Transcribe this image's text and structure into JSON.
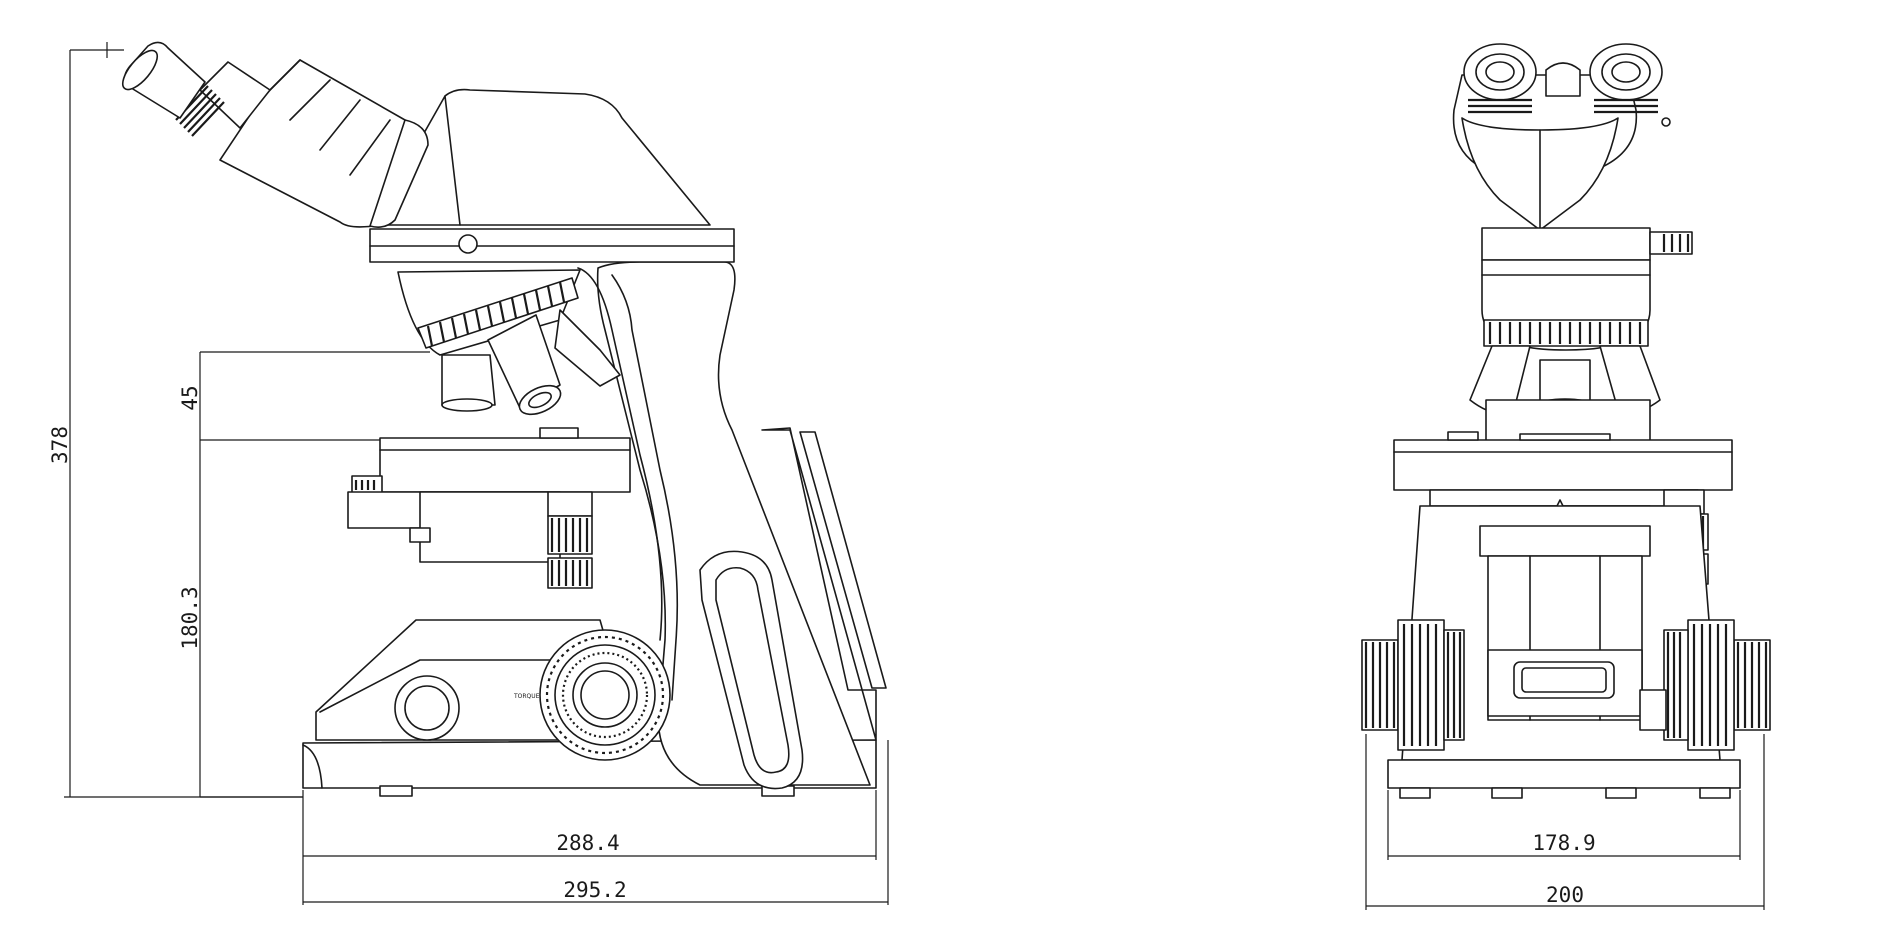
{
  "dimensions": {
    "side_total_height": "378",
    "side_objective_gap": "45",
    "side_stage_height": "180.3",
    "side_base_depth": "288.4",
    "side_overall_depth": "295.2",
    "front_base_width": "178.9",
    "front_overall_width": "200"
  },
  "labels": {
    "focus_knob_marking": "TORQUE"
  }
}
